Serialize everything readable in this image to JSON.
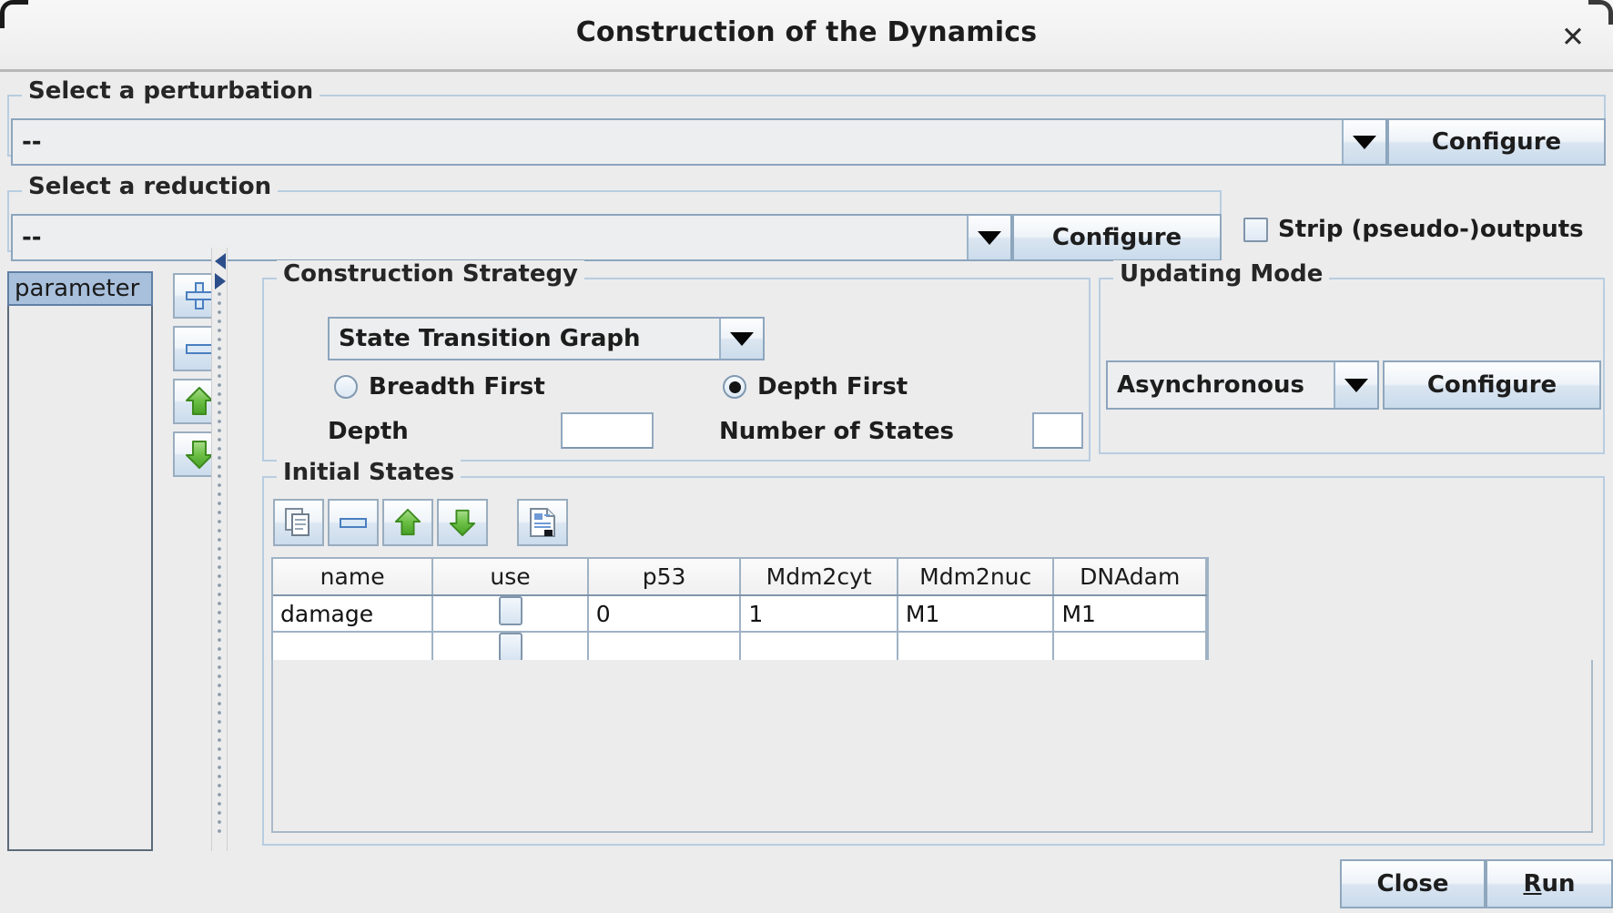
{
  "window": {
    "title": "Construction of the Dynamics",
    "close_icon": "close-icon",
    "close_glyph": "✕"
  },
  "perturbation": {
    "legend": "Select a perturbation",
    "selected": "--",
    "configure_label": "Configure",
    "dropdown_icon": "chevron-down-icon"
  },
  "reduction": {
    "legend": "Select a reduction",
    "selected": "--",
    "configure_label": "Configure",
    "dropdown_icon": "chevron-down-icon",
    "strip_outputs_label": "Strip (pseudo-)outputs",
    "strip_outputs_checked": false
  },
  "parameter_list": {
    "header": "parameter",
    "items": [],
    "buttons": [
      {
        "name": "add-parameter-button",
        "icon": "plus-icon"
      },
      {
        "name": "remove-parameter-button",
        "icon": "minus-icon"
      },
      {
        "name": "move-parameter-up-button",
        "icon": "arrow-up-icon"
      },
      {
        "name": "move-parameter-down-button",
        "icon": "arrow-down-icon"
      }
    ]
  },
  "construction_strategy": {
    "legend": "Construction Strategy",
    "strategy_selected": "State Transition Graph",
    "breadth_first_label": "Breadth First",
    "depth_first_label": "Depth First",
    "breadth_first_selected": false,
    "depth_first_selected": true,
    "depth_label": "Depth",
    "depth_value": "",
    "number_of_states_label": "Number of States",
    "number_of_states_value": ""
  },
  "updating_mode": {
    "legend": "Updating Mode",
    "selected": "Asynchronous",
    "configure_label": "Configure",
    "dropdown_icon": "chevron-down-icon"
  },
  "initial_states": {
    "legend": "Initial States",
    "toolbar": [
      {
        "name": "duplicate-state-button",
        "icon": "copy-icon"
      },
      {
        "name": "remove-state-button",
        "icon": "minus-icon"
      },
      {
        "name": "move-state-up-button",
        "icon": "arrow-up-icon"
      },
      {
        "name": "move-state-down-button",
        "icon": "arrow-down-icon"
      },
      {
        "name": "edit-state-document-button",
        "icon": "document-text-icon"
      }
    ],
    "columns": [
      "name",
      "use",
      "p53",
      "Mdm2cyt",
      "Mdm2nuc",
      "DNAdam"
    ],
    "rows": [
      {
        "name": "damage",
        "use": false,
        "p53": "0",
        "Mdm2cyt": "1",
        "Mdm2nuc": "M1",
        "DNAdam": "M1"
      },
      {
        "name": "",
        "use": false,
        "p53": "",
        "Mdm2cyt": "",
        "Mdm2nuc": "",
        "DNAdam": ""
      }
    ]
  },
  "footer": {
    "close_label": "Close",
    "run_label": "Run",
    "run_mnemonic": "R",
    "run_rest": "un"
  },
  "colors": {
    "background": "#ececed",
    "titled_border": "#b8cde0",
    "selection": "#a8c0dc",
    "arrow_green": "#4caf2f",
    "accent_blue": "#4a7fc0"
  }
}
